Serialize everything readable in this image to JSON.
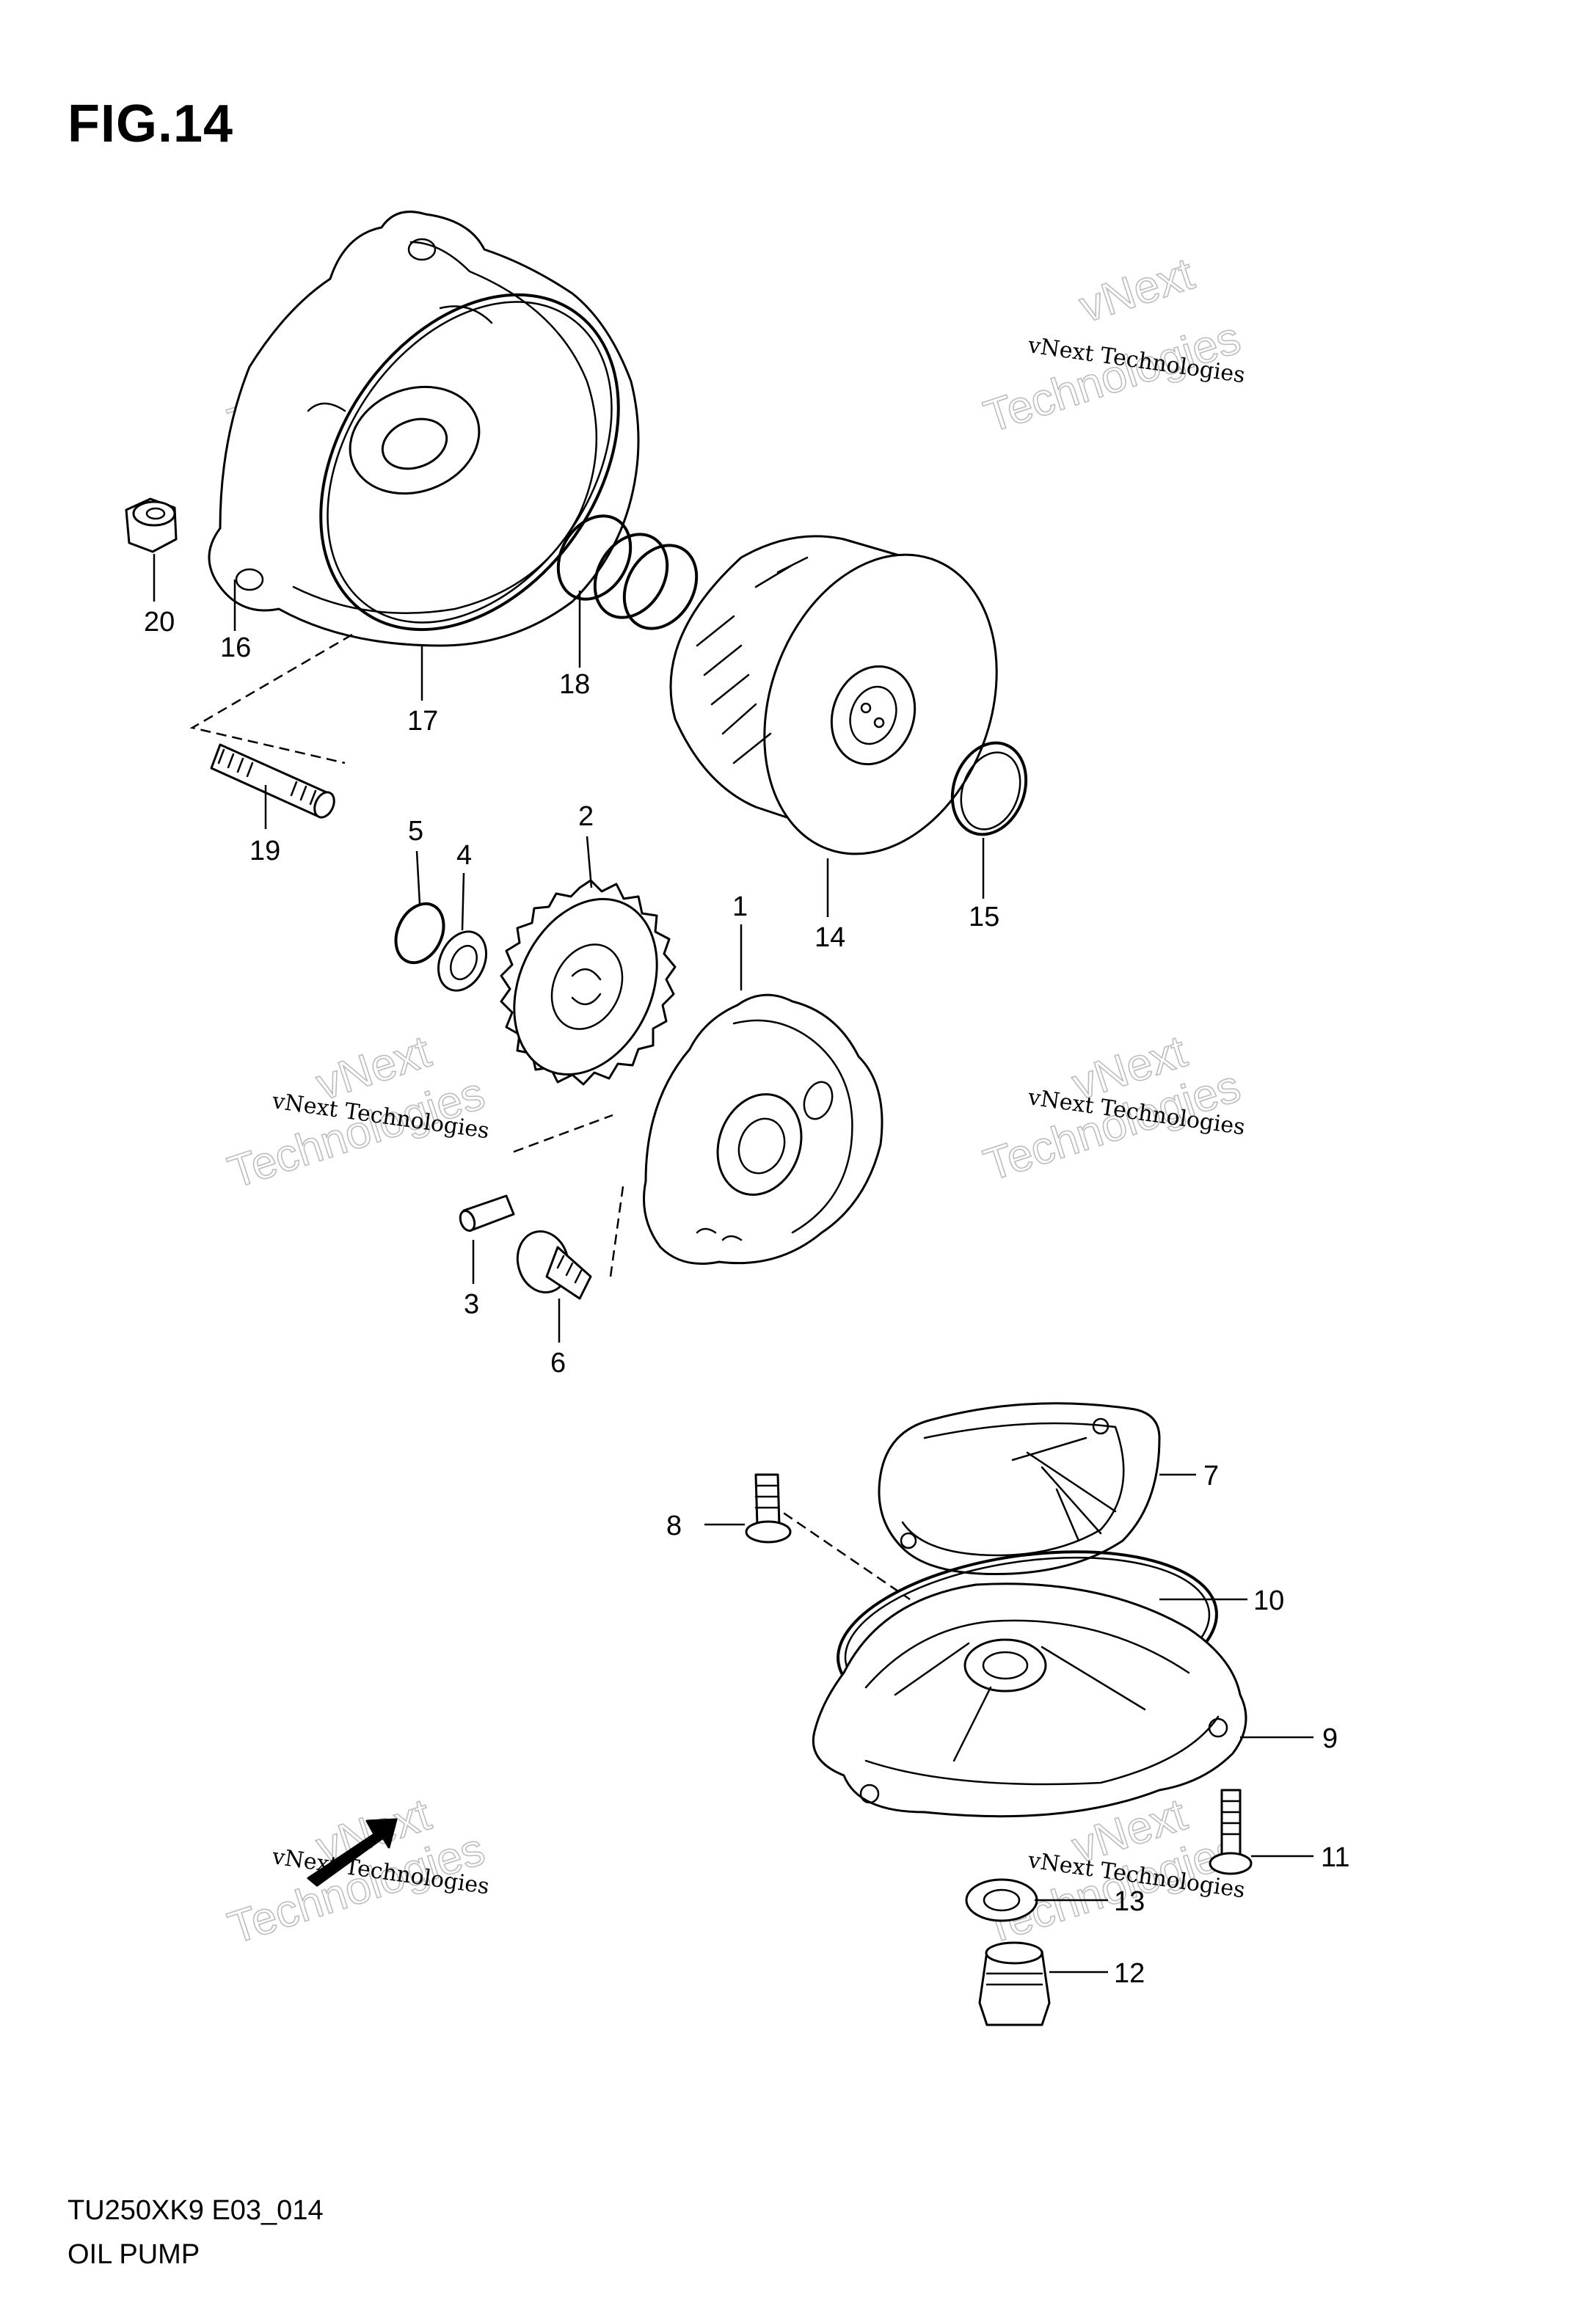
{
  "figure": {
    "title": "FIG.14",
    "model_code": "TU250XK9 E03_014",
    "section_name": "OIL PUMP"
  },
  "callouts": [
    {
      "id": "1",
      "text": "1"
    },
    {
      "id": "2",
      "text": "2"
    },
    {
      "id": "3",
      "text": "3"
    },
    {
      "id": "4",
      "text": "4"
    },
    {
      "id": "5",
      "text": "5"
    },
    {
      "id": "6",
      "text": "6"
    },
    {
      "id": "7",
      "text": "7"
    },
    {
      "id": "8",
      "text": "8"
    },
    {
      "id": "9",
      "text": "9"
    },
    {
      "id": "10",
      "text": "10"
    },
    {
      "id": "11",
      "text": "11"
    },
    {
      "id": "12",
      "text": "12"
    },
    {
      "id": "13",
      "text": "13"
    },
    {
      "id": "14",
      "text": "14"
    },
    {
      "id": "15",
      "text": "15"
    },
    {
      "id": "16",
      "text": "16"
    },
    {
      "id": "17",
      "text": "17"
    },
    {
      "id": "18",
      "text": "18"
    },
    {
      "id": "19",
      "text": "19"
    },
    {
      "id": "20",
      "text": "20"
    }
  ],
  "watermark": {
    "line1": "vNext Technologies",
    "line2": "Technologies",
    "line3": "vNext"
  },
  "colors": {
    "line": "#000000",
    "background": "#ffffff",
    "watermark_outline": "#bdbdbd"
  }
}
